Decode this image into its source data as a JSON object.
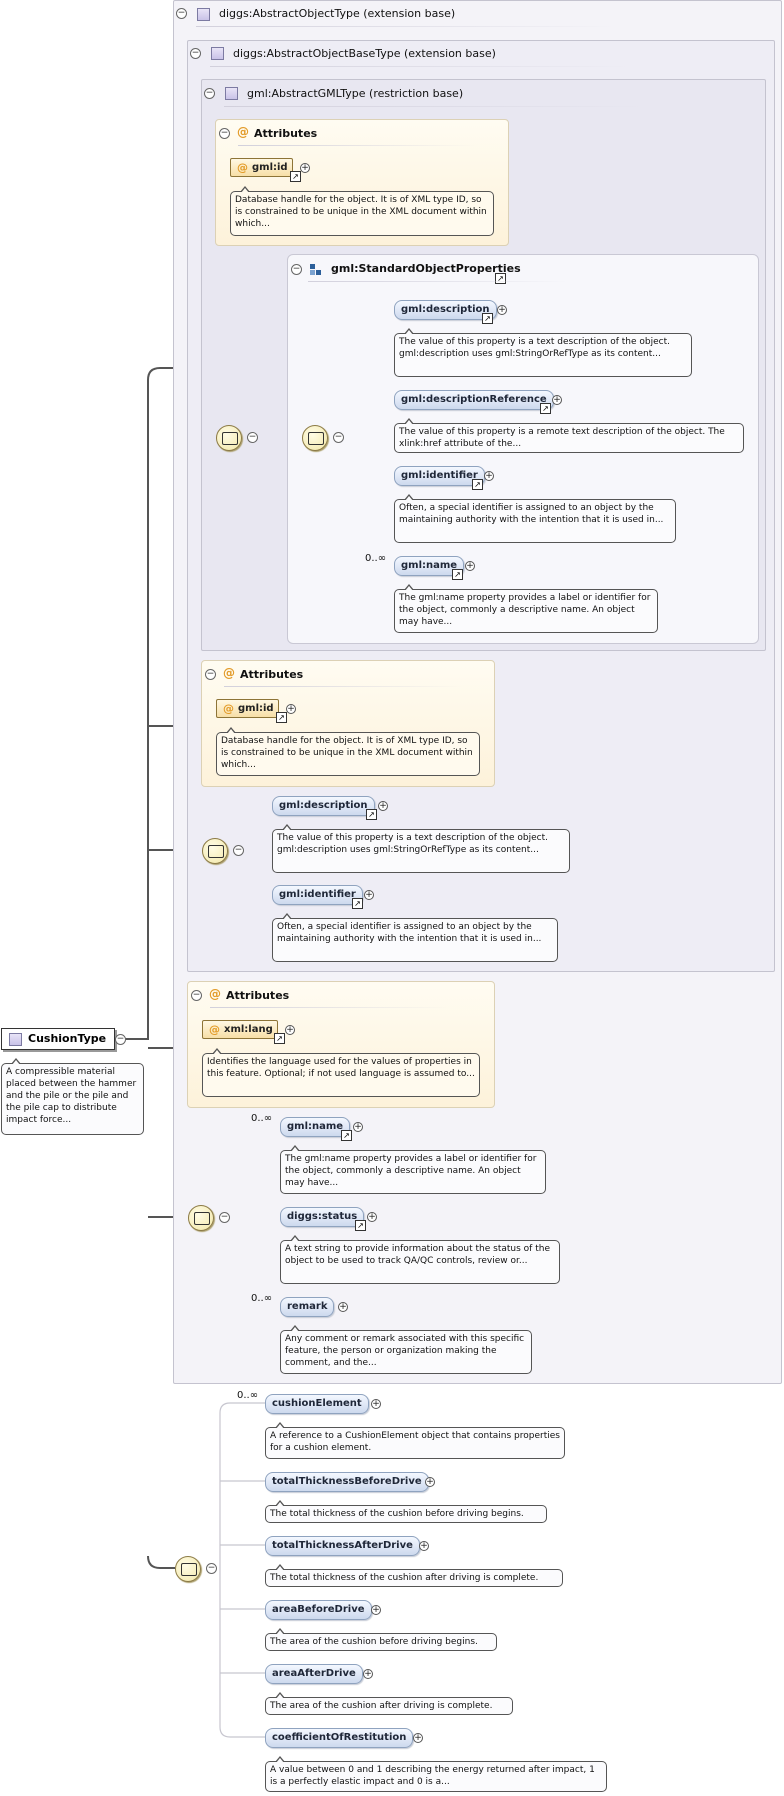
{
  "root": {
    "label": "CushionType",
    "doc": "A compressible material placed between the hammer and the pile or the pile and the pile cap to distribute impact force..."
  },
  "base_types": {
    "abstract_object": "diggs:AbstractObjectType (extension base)",
    "abstract_object_base": "diggs:AbstractObjectBaseType (extension base)",
    "abstract_gml": "gml:AbstractGMLType (restriction base)"
  },
  "gml_type": {
    "attributes_title": "Attributes",
    "id_label": "gml:id",
    "id_doc": "Database handle for the object. It is of XML type ID, so is constrained to be unique in the XML document within which...",
    "group_label": "gml:StandardObjectProperties",
    "elements": [
      {
        "label": "gml:description",
        "doc": "The value of this property is a text description of the object. gml:description uses gml:StringOrRefType as its content..."
      },
      {
        "label": "gml:descriptionReference",
        "doc": "The value of this property is a remote text description of the object. The xlink:href attribute of the..."
      },
      {
        "label": "gml:identifier",
        "doc": "Often, a special identifier is assigned to an object by the maintaining authority with the intention that it is used in..."
      },
      {
        "label": "gml:name",
        "occurs": "0..∞",
        "doc": "The gml:name property provides a label or identifier for the object, commonly a descriptive name. An object may have..."
      }
    ]
  },
  "object_base": {
    "attributes_title": "Attributes",
    "id_label": "gml:id",
    "id_doc": "Database handle for the object. It is of XML type ID, so is constrained to be unique in the XML document within which...",
    "elements": [
      {
        "label": "gml:description",
        "doc": "The value of this property is a text description of the object. gml:description uses gml:StringOrRefType as its content..."
      },
      {
        "label": "gml:identifier",
        "doc": "Often, a special identifier is assigned to an object by the maintaining authority with the intention that it is used in..."
      }
    ]
  },
  "abstract_object": {
    "attributes_title": "Attributes",
    "lang_label": "xml:lang",
    "lang_doc": "Identifies the language used for the values of properties in this feature. Optional; if not used language is assumed to...",
    "elements": [
      {
        "label": "gml:name",
        "occurs": "0..∞",
        "doc": "The gml:name property provides a label or identifier for the object, commonly a descriptive name. An object may have..."
      },
      {
        "label": "diggs:status",
        "doc": "A text string to provide information about the status of the object to be used to track QA/QC controls, review or..."
      },
      {
        "label": "remark",
        "occurs": "0..∞",
        "doc": "Any comment or remark associated with this specific feature, the person or organization making the comment, and the..."
      }
    ]
  },
  "cushion": {
    "elements": [
      {
        "label": "cushionElement",
        "occurs": "0..∞",
        "doc": "A reference to a CushionElement object that contains properties for a cushion element."
      },
      {
        "label": "totalThicknessBeforeDrive",
        "doc": "The total thickness of the cushion before driving begins."
      },
      {
        "label": "totalThicknessAfterDrive",
        "doc": "The total thickness of the cushion after driving is complete."
      },
      {
        "label": "areaBeforeDrive",
        "doc": "The area of the cushion before driving begins."
      },
      {
        "label": "areaAfterDrive",
        "doc": "The area of the cushion after driving is complete."
      },
      {
        "label": "coefficientOfRestitution",
        "doc": "A value between 0 and 1 describing the energy returned after impact, 1 is a perfectly elastic impact and 0 is a..."
      }
    ]
  },
  "symbols": {
    "collapse": "−",
    "expand": "+",
    "at": "@",
    "ref": "↗"
  }
}
